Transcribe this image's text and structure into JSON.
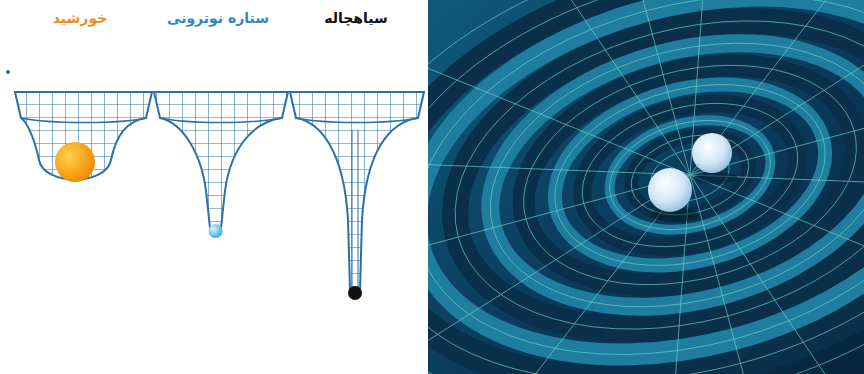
{
  "diagram": {
    "labels": [
      "خورشید",
      "ستاره نوترونی",
      "سیاهچاله"
    ]
  }
}
